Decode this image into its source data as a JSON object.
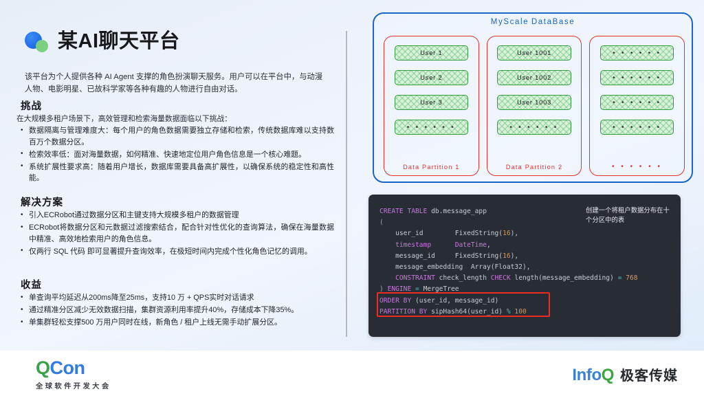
{
  "slide": {
    "title": "某AI聊天平台",
    "lead": "该平台为个人提供各种 AI Agent 支撑的角色扮演聊天服务。用户可以在平台中，与动漫人物、电影明星、已故科学家等各种有趣的人物进行自由对话。",
    "sections": {
      "challenge": {
        "heading": "挑战",
        "sub_lead": "在大规模多租户场景下，高效管理和检索海量数据面临以下挑战：",
        "bullets": [
          "数据隔离与管理难度大：每个用户的角色数据需要独立存储和检索，传统数据库难以支持数百万个数据分区。",
          "检索效率低：面对海量数据，如何精准、快速地定位用户角色信息是一个核心难题。",
          "系统扩展性要求高：随着用户增长，数据库需要具备高扩展性，以确保系统的稳定性和高性能。"
        ]
      },
      "solution": {
        "heading": "解决方案",
        "bullets": [
          "引入ECRobot通过数据分区和主键支持大规模多租户的数据管理",
          "ECRobot将数据分区和元数据过滤搜索结合，配合针对性优化的查询算法，确保在海量数据中精准、高效地检索用户的角色信息。",
          "仅两行 SQL 代码 即可显著提升查询效率，在极短时间内完成个性化角色记忆的调用。"
        ]
      },
      "benefit": {
        "heading": "收益",
        "bullets": [
          "单查询平均延迟从200ms降至25ms，支持10 万 + QPS实时对话请求",
          "通过精准分区减少无效数据扫描，集群资源利用率提升40%，存储成本下降35%。",
          "单集群轻松支撑500 万用户同时在线，新角色 / 租户上线无需手动扩展分区。"
        ]
      }
    }
  },
  "diagram": {
    "title": "MyScale DataBase",
    "colors": {
      "outer_border": "#1766c7",
      "partition_border": "#e8312b",
      "user_border": "#2f9d3f"
    },
    "partitions": [
      {
        "label": "Data Partition 1",
        "users": [
          "User 1",
          "User 2",
          "User 3",
          "• • • • • •"
        ]
      },
      {
        "label": "Data Partition 2",
        "users": [
          "User 1001",
          "User 1002",
          "User 1003",
          "• • • • • •"
        ]
      },
      {
        "label": "• • • • • •",
        "users": [
          "• • • • • •",
          "• • • • • •",
          "• • • • • •",
          "• • • • • •"
        ]
      }
    ]
  },
  "code": {
    "annotation": "创建一个将租户数据分布在十个分区中的表",
    "language": "sql",
    "highlight_note": "ORDER BY / PARTITION BY lines outlined in red",
    "lines": [
      "CREATE TABLE db.message_app",
      "(",
      "    user_id        FixedString(16),",
      "    timestamp      DateTime,",
      "    message_id     FixedString(16),",
      "    message_embedding  Array(Float32),",
      "    CONSTRAINT check_length CHECK length(message_embedding) = 768",
      ") ENGINE = MergeTree",
      "ORDER BY (user_id, message_id)",
      "PARTITION BY sipHash64(user_id) % 100"
    ]
  },
  "footer": {
    "qcon": {
      "q": "Q",
      "con": "Con",
      "subtitle": "全球软件开发大会"
    },
    "infoq": {
      "info": "Info",
      "q": "Q",
      "cn": "极客传媒"
    }
  }
}
